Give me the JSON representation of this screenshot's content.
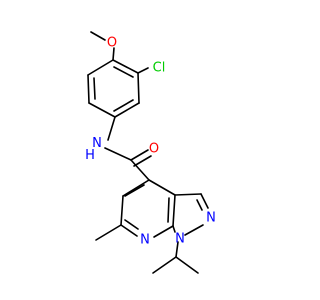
{
  "structure": {
    "atom_labels": {
      "oxygen": "O",
      "chlorine": "Cl",
      "amide_nh": "N\nH",
      "amide_o": "O",
      "pyrazole_n1": "N",
      "pyrazole_n2": "N",
      "pyridine_n": "N"
    },
    "colors": {
      "bond": "#000000",
      "oxygen": "#ff0000",
      "chlorine": "#00cc00",
      "nitrogen": "#0000ff"
    }
  }
}
